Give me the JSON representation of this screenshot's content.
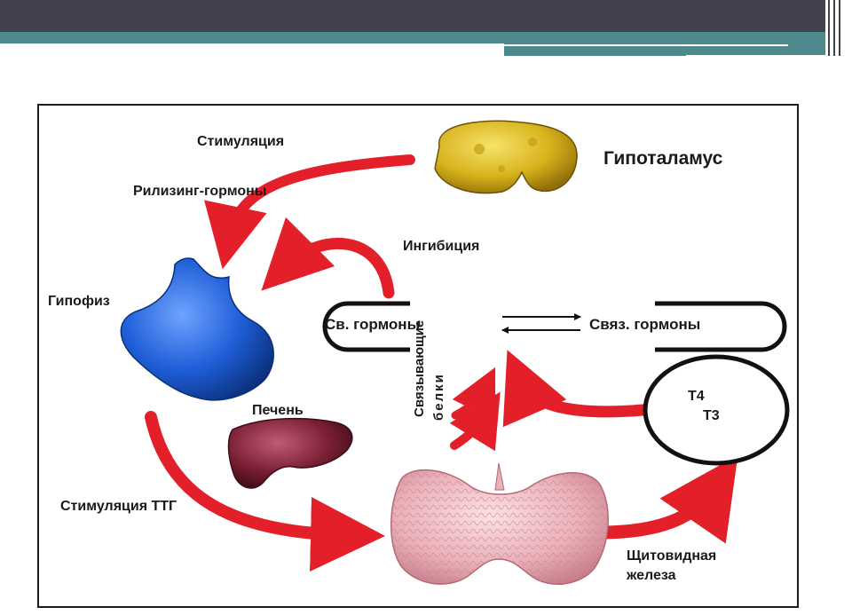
{
  "labels": {
    "hypothalamus": "Гипоталамус",
    "stimulation": "Стимуляция",
    "releasing_hormones": "Рилизинг-гормоны",
    "inhibition": "Ингибиция",
    "pituitary": "Гипофиз",
    "free_hormones": "Св. гормоны",
    "bound_hormones": "Связ. гормоны",
    "binding_proteins_line1": "Связывающие",
    "binding_proteins_line2": "белки",
    "liver": "Печень",
    "t4": "T4",
    "t3": "T3",
    "tsh_stimulation": "Стимуляция ТТГ",
    "thyroid_line1": "Щитовидная",
    "thyroid_line2": "железа"
  },
  "colors": {
    "header_dark": "#414150",
    "header_teal": "#4e8a8c",
    "arrow_red": "#e3202a",
    "hypothalamus_yellow": "#d7b21c",
    "pituitary_blue": "#1f5fd8",
    "liver_maroon": "#7a1f33",
    "thyroid_pink": "#eab0b8"
  },
  "icons": [
    "hypothalamus-icon",
    "pituitary-icon",
    "liver-icon",
    "thyroid-gland-icon"
  ]
}
